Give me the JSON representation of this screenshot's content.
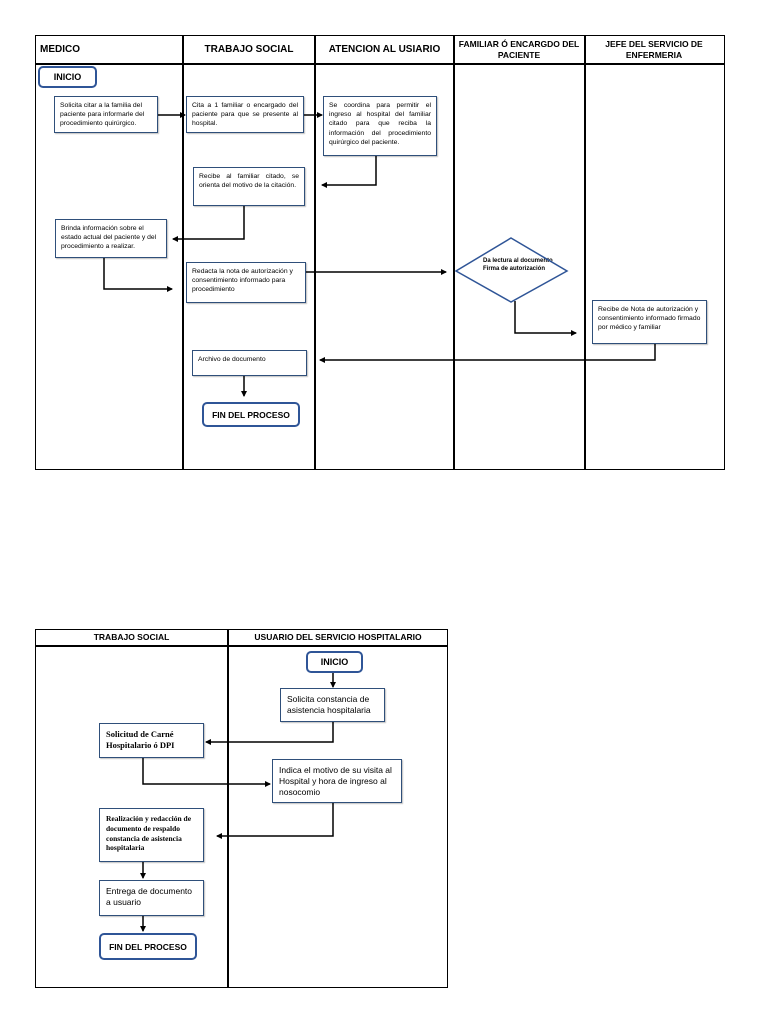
{
  "diagram1": {
    "lanes": [
      "MEDICO",
      "TRABAJO SOCIAL",
      "ATENCION AL USIARIO",
      "FAMILIAR Ó ENCARGDO DEL PACIENTE",
      "JEFE DEL SERVICIO DE ENFERMERIA"
    ],
    "start": "INICIO",
    "steps": [
      "Solicita citar a la familia del paciente para informarle del procedimiento quirúrgico.",
      "Cita a 1 familiar o encargado del paciente para que se presente al hospital.",
      "Se coordina para permitir el ingreso al hospital del familiar citado para que reciba la información del procedimiento quirúrgico del paciente.",
      "Recibe al familiar citado, se orienta del motivo de la citación.",
      "Brinda información sobre el estado actual del paciente y del procedimiento a realizar.",
      "Redacta la nota de autorización y consentimiento informado para procedimiento",
      "Da lectura al documento Firma de autorización",
      "Recibe de Nota de autorización y consentimiento informado firmado por médico y familiar",
      "Archivo de documento"
    ],
    "end": "FIN DEL PROCESO"
  },
  "diagram2": {
    "lanes": [
      "TRABAJO SOCIAL",
      "USUARIO DEL SERVICIO HOSPITALARIO"
    ],
    "start": "INICIO",
    "steps": [
      "Solicita constancia de asistencia hospitalaria",
      "Solicitud de Carné Hospitalario ó DPI",
      "Indica el motivo de su visita al Hospital y hora de ingreso al nosocomio",
      "Realización y redacción de documento de respaldo constancia de asistencia hospitalaria",
      "Entrega de documento a usuario"
    ],
    "end": "FIN DEL PROCESO"
  }
}
